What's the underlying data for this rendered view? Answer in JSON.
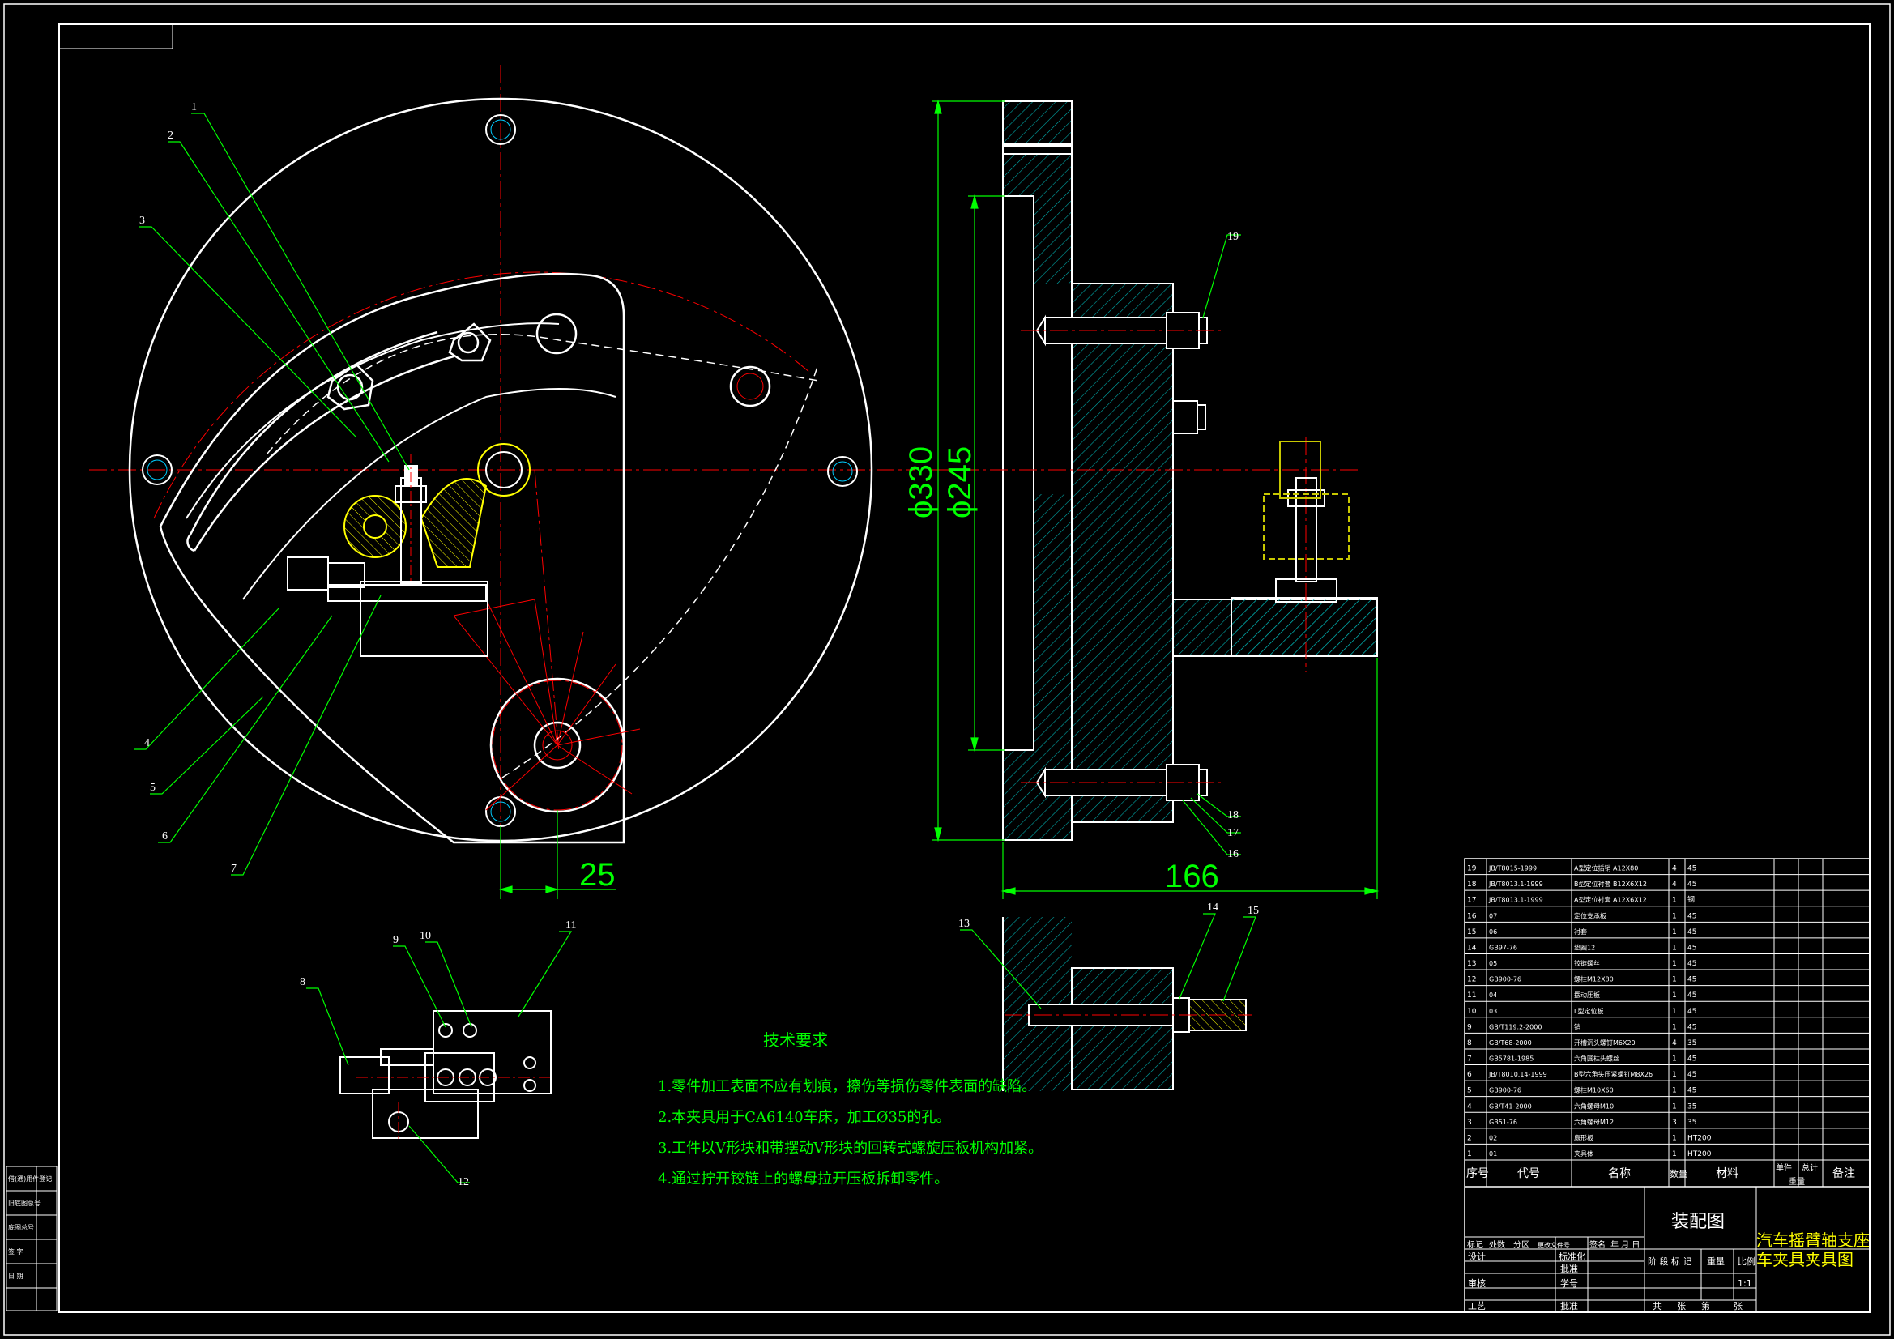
{
  "drawing": {
    "dimensions": {
      "d330": "ϕ330",
      "d245": "ϕ245",
      "len166": "166",
      "len25": "25"
    },
    "balloons": [
      "1",
      "2",
      "3",
      "4",
      "5",
      "6",
      "7",
      "8",
      "9",
      "10",
      "11",
      "12",
      "13",
      "14",
      "15",
      "16",
      "17",
      "18",
      "19"
    ],
    "tech_requirements": {
      "title": "技术要求",
      "lines": [
        "1.零件加工表面不应有划痕，擦伤等损伤零件表面的缺陷。",
        "2.本夹具用于CA6140车床，加工Ø35的孔。",
        "3.工件以V形块和带摆动V形块的回转式螺旋压板机构加紧。",
        "4.通过拧开铰链上的螺母拉开压板拆卸零件。"
      ]
    },
    "bom": {
      "headers": [
        "序号",
        "代号",
        "名称",
        "数量",
        "材料",
        "单件",
        "总计",
        "备注"
      ],
      "weight_label": "重量",
      "rows": [
        [
          "19",
          "JB/T8015-1999",
          "A型定位插销 A12X80",
          "4",
          "45"
        ],
        [
          "18",
          "JB/T8013.1-1999",
          "B型定位衬套 B12X6X12",
          "4",
          "45"
        ],
        [
          "17",
          "JB/T8013.1-1999",
          "A型定位衬套 A12X6X12",
          "1",
          "钢"
        ],
        [
          "16",
          "07",
          "定位支承板",
          "1",
          "45"
        ],
        [
          "15",
          "06",
          "衬套",
          "1",
          "45"
        ],
        [
          "14",
          "GB97-76",
          "垫圈12",
          "1",
          "45"
        ],
        [
          "13",
          "05",
          "铰链螺丝",
          "1",
          "45"
        ],
        [
          "12",
          "GB900-76",
          "螺柱M12X80",
          "1",
          "45"
        ],
        [
          "11",
          "04",
          "摆动压板",
          "1",
          "45"
        ],
        [
          "10",
          "03",
          "L型定位板",
          "1",
          "45"
        ],
        [
          "9",
          "GB/T119.2-2000",
          "销",
          "1",
          "45"
        ],
        [
          "8",
          "GB/T68-2000",
          "开槽沉头螺钉M6X20",
          "4",
          "35"
        ],
        [
          "7",
          "GB5781-1985",
          "六角圆柱头螺丝",
          "1",
          "45"
        ],
        [
          "6",
          "JB/T8010.14-1999",
          "B型六角头压紧螺钉M8X26",
          "1",
          "45"
        ],
        [
          "5",
          "GB900-76",
          "螺柱M10X60",
          "1",
          "45"
        ],
        [
          "4",
          "GB/T41-2000",
          "六角螺母M10",
          "1",
          "35"
        ],
        [
          "3",
          "GB51-76",
          "六角螺母M12",
          "3",
          "35"
        ],
        [
          "2",
          "02",
          "扇形板",
          "1",
          "HT200"
        ],
        [
          "1",
          "01",
          "夹具体",
          "1",
          "HT200"
        ]
      ]
    },
    "title_block": {
      "title": "装配图",
      "drawing_name_1": "汽车摇臂轴支座",
      "drawing_name_2": "车夹具夹具图",
      "rev_headers": [
        "标记",
        "处数",
        "分区",
        "更改文件号",
        "签名",
        "年 月 日"
      ],
      "sign_rows": [
        [
          "设计",
          "标准化"
        ],
        [
          "",
          "批准"
        ],
        [
          "审核",
          "学号"
        ],
        [
          "工艺",
          "批准"
        ]
      ],
      "stage_headers": [
        "阶 段 标 记",
        "重量",
        "比例"
      ],
      "scale": "1:1",
      "sheets": [
        "共",
        "张",
        "第",
        "张"
      ]
    },
    "left_strip": [
      "借(通)用件登记",
      "旧底图总号",
      "底图总号",
      "签 字",
      "日 期"
    ]
  },
  "colors": {
    "background": "#000000",
    "outline": "#ffffff",
    "dimension": "#00ff00",
    "center_line": "#ff0000",
    "hatch": "#00aaaa",
    "hidden": "#c8c800"
  }
}
